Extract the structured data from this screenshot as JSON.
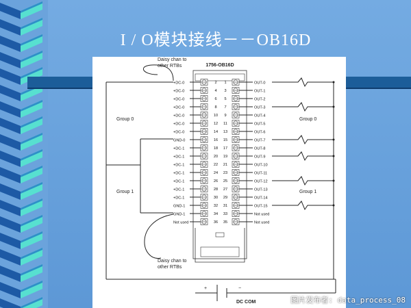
{
  "slide": {
    "title": "I / O模块接线－－OB16D",
    "watermark": "图片发布者: data_process_08",
    "colors": {
      "background": "#6ba3dc",
      "spiral_light": "#57e0d0",
      "spiral_dark": "#1d5aa5",
      "band": "#1c5d99"
    }
  },
  "diagram": {
    "module_name": "1756-OB16D",
    "daisy_top": "Daisy chan to other RTBs",
    "daisy_bottom": "Daisy chan to other RTBs",
    "group0_left": "Group 0",
    "group1_left": "Group 1",
    "group0_right": "Group 0",
    "group1_right": "Group 1",
    "supply_plus": "+",
    "supply_minus": "−",
    "supply_label": "DC COM",
    "rows": [
      {
        "left": "+DC-0",
        "lp": "2",
        "rp": "1",
        "right": "OUT-0"
      },
      {
        "left": "+DC-0",
        "lp": "4",
        "rp": "3",
        "right": "OUT-1"
      },
      {
        "left": "+DC-0",
        "lp": "6",
        "rp": "5",
        "right": "OUT-2"
      },
      {
        "left": "+DC-0",
        "lp": "8",
        "rp": "7",
        "right": "OUT-3"
      },
      {
        "left": "+DC-0",
        "lp": "10",
        "rp": "9",
        "right": "OUT-4"
      },
      {
        "left": "+DC-0",
        "lp": "12",
        "rp": "11",
        "right": "OUT-5"
      },
      {
        "left": "+DC-0",
        "lp": "14",
        "rp": "13",
        "right": "OUT-6"
      },
      {
        "left": "GND-0",
        "lp": "16",
        "rp": "15",
        "right": "OUT-7"
      },
      {
        "left": "+DC-1",
        "lp": "18",
        "rp": "17",
        "right": "OUT-8"
      },
      {
        "left": "+DC-1",
        "lp": "20",
        "rp": "19",
        "right": "OUT-9"
      },
      {
        "left": "+DC-1",
        "lp": "22",
        "rp": "21",
        "right": "OUT-10"
      },
      {
        "left": "+DC-1",
        "lp": "24",
        "rp": "23",
        "right": "OUT-11"
      },
      {
        "left": "+DC-1",
        "lp": "26",
        "rp": "25",
        "right": "OUT-12"
      },
      {
        "left": "+DC-1",
        "lp": "28",
        "rp": "27",
        "right": "OUT-13"
      },
      {
        "left": "+DC-1",
        "lp": "30",
        "rp": "29",
        "right": "OUT-14"
      },
      {
        "left": "GND-1",
        "lp": "32",
        "rp": "31",
        "right": "OUT-15"
      },
      {
        "left": "GND-1",
        "lp": "34",
        "rp": "33",
        "right": "Not used"
      },
      {
        "left": "Not used",
        "lp": "36",
        "rp": "35",
        "right": "Not used"
      }
    ]
  }
}
